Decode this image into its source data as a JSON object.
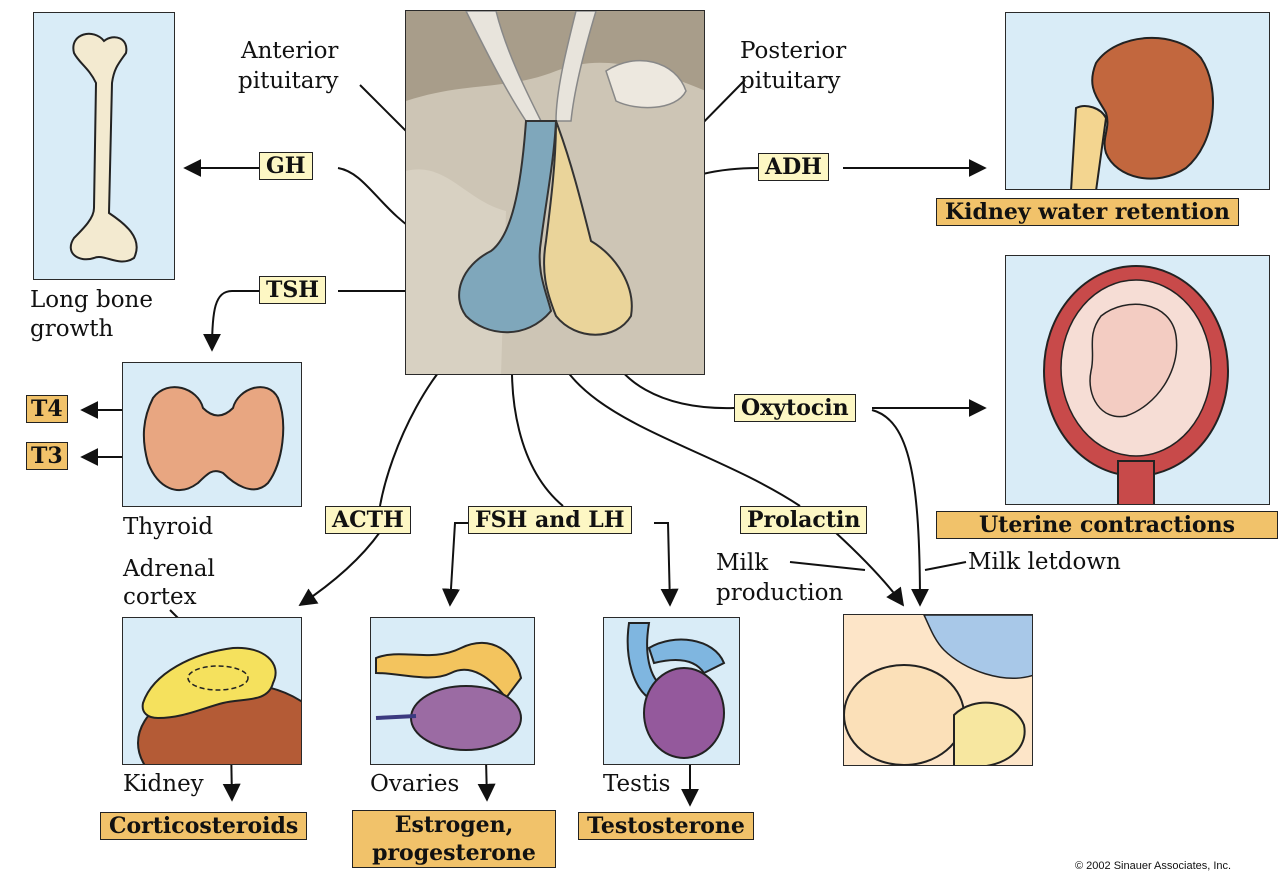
{
  "pituitary": {
    "anterior_label": [
      "Anterior",
      "pituitary"
    ],
    "posterior_label": [
      "Posterior",
      "pituitary"
    ]
  },
  "hormones": {
    "gh": "GH",
    "tsh": "TSH",
    "adh": "ADH",
    "oxytocin": "Oxytocin",
    "acth": "ACTH",
    "fsh_lh": "FSH and LH",
    "prolactin": "Prolactin",
    "t4": "T4",
    "t3": "T3"
  },
  "targets": {
    "long_bone": [
      "Long bone",
      "growth"
    ],
    "thyroid": "Thyroid",
    "adrenal_cortex": [
      "Adrenal",
      "cortex"
    ],
    "kidney": "Kidney",
    "ovaries": "Ovaries",
    "testis": "Testis",
    "milk_production": [
      "Milk",
      "production"
    ],
    "milk_letdown": "Milk letdown"
  },
  "effects": {
    "kidney_water": "Kidney water retention",
    "uterine": "Uterine contractions",
    "corticosteroids": "Corticosteroids",
    "estrogen": [
      "Estrogen,",
      "progesterone"
    ],
    "testosterone": "Testosterone"
  },
  "copyright": "© 2002 Sinauer Associates, Inc."
}
